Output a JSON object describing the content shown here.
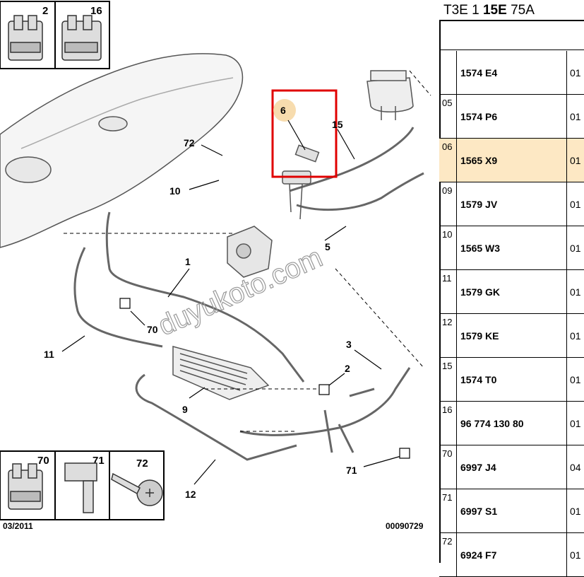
{
  "diagram": {
    "date_code": "03/2011",
    "drawing_number": "00090729",
    "watermark": "duyukoto.com",
    "insets_top": [
      "2",
      "16"
    ],
    "insets_bottom": [
      "70",
      "71",
      "72"
    ],
    "callouts": [
      "1",
      "2",
      "3",
      "5",
      "6",
      "9",
      "10",
      "11",
      "12",
      "15",
      "70",
      "71",
      "72"
    ],
    "highlight_color": "#e00000"
  },
  "parts_panel": {
    "title_prefix": "T3E 1 ",
    "title_bold": "15E",
    "title_suffix": " 75A",
    "rows": [
      {
        "idx": "",
        "ref": "1574 E4",
        "qty": "01",
        "selected": false
      },
      {
        "idx": "05",
        "ref": "1574 P6",
        "qty": "01",
        "selected": false
      },
      {
        "idx": "06",
        "ref": "1565 X9",
        "qty": "01",
        "selected": true
      },
      {
        "idx": "09",
        "ref": "1579 JV",
        "qty": "01",
        "selected": false
      },
      {
        "idx": "10",
        "ref": "1565 W3",
        "qty": "01",
        "selected": false
      },
      {
        "idx": "11",
        "ref": "1579 GK",
        "qty": "01",
        "selected": false
      },
      {
        "idx": "12",
        "ref": "1579 KE",
        "qty": "01",
        "selected": false
      },
      {
        "idx": "15",
        "ref": "1574 T0",
        "qty": "01",
        "selected": false
      },
      {
        "idx": "16",
        "ref": "96 774 130 80",
        "qty": "01",
        "selected": false
      },
      {
        "idx": "70",
        "ref": "6997 J4",
        "qty": "04",
        "selected": false
      },
      {
        "idx": "71",
        "ref": "6997 S1",
        "qty": "01",
        "selected": false
      },
      {
        "idx": "72",
        "ref": "6924 F7",
        "qty": "01",
        "selected": false
      }
    ],
    "selected_color": "#fde8c4"
  }
}
